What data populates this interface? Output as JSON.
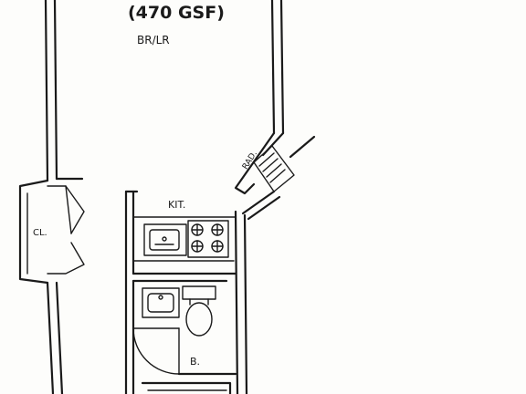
{
  "plan": {
    "area_label": "(470 GSF)",
    "rooms": {
      "bedroom_living": "BR/LR",
      "kitchen": "KIT.",
      "closet": "CL.",
      "bath": "B.",
      "radiator": "RAD."
    }
  }
}
